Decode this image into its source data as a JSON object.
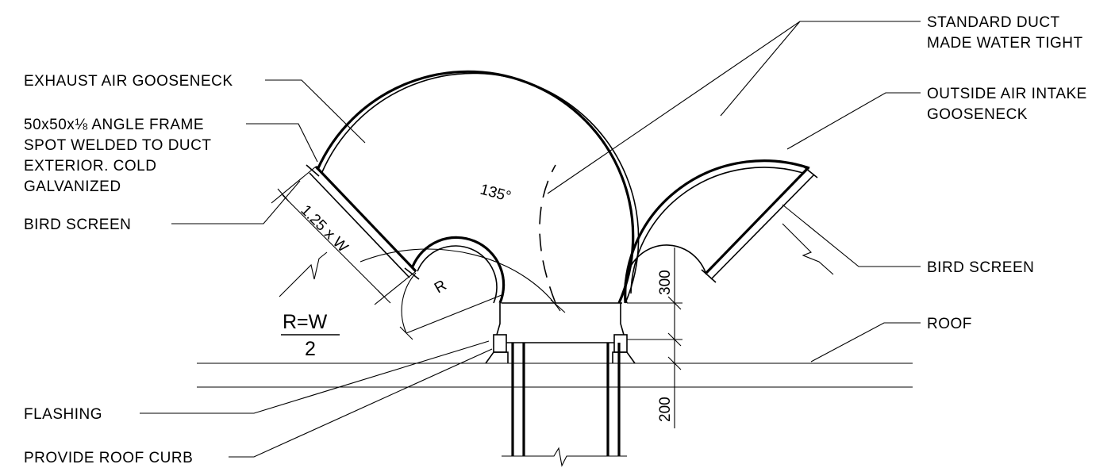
{
  "labels": {
    "exhaust": "EXHAUST AIR GOOSENECK",
    "angle_1": "50x50x⅛ ANGLE FRAME",
    "angle_2": "SPOT WELDED TO DUCT",
    "angle_3": "EXTERIOR. COLD",
    "angle_4": "GALVANIZED",
    "bird_left": "BIRD SCREEN",
    "standard_1": "STANDARD DUCT",
    "standard_2": "MADE WATER TIGHT",
    "outside_1": "OUTSIDE AIR INTAKE",
    "outside_2": "GOOSENECK",
    "bird_right": "BIRD SCREEN",
    "roof": "ROOF",
    "flashing": "FLASHING",
    "curb": "PROVIDE ROOF CURB"
  },
  "dimensions": {
    "angle": "135°",
    "length": "1.25 x W",
    "radius": "R",
    "formula_top": "R=W",
    "formula_bottom": "2",
    "height_top": "300",
    "height_bottom": "200"
  }
}
